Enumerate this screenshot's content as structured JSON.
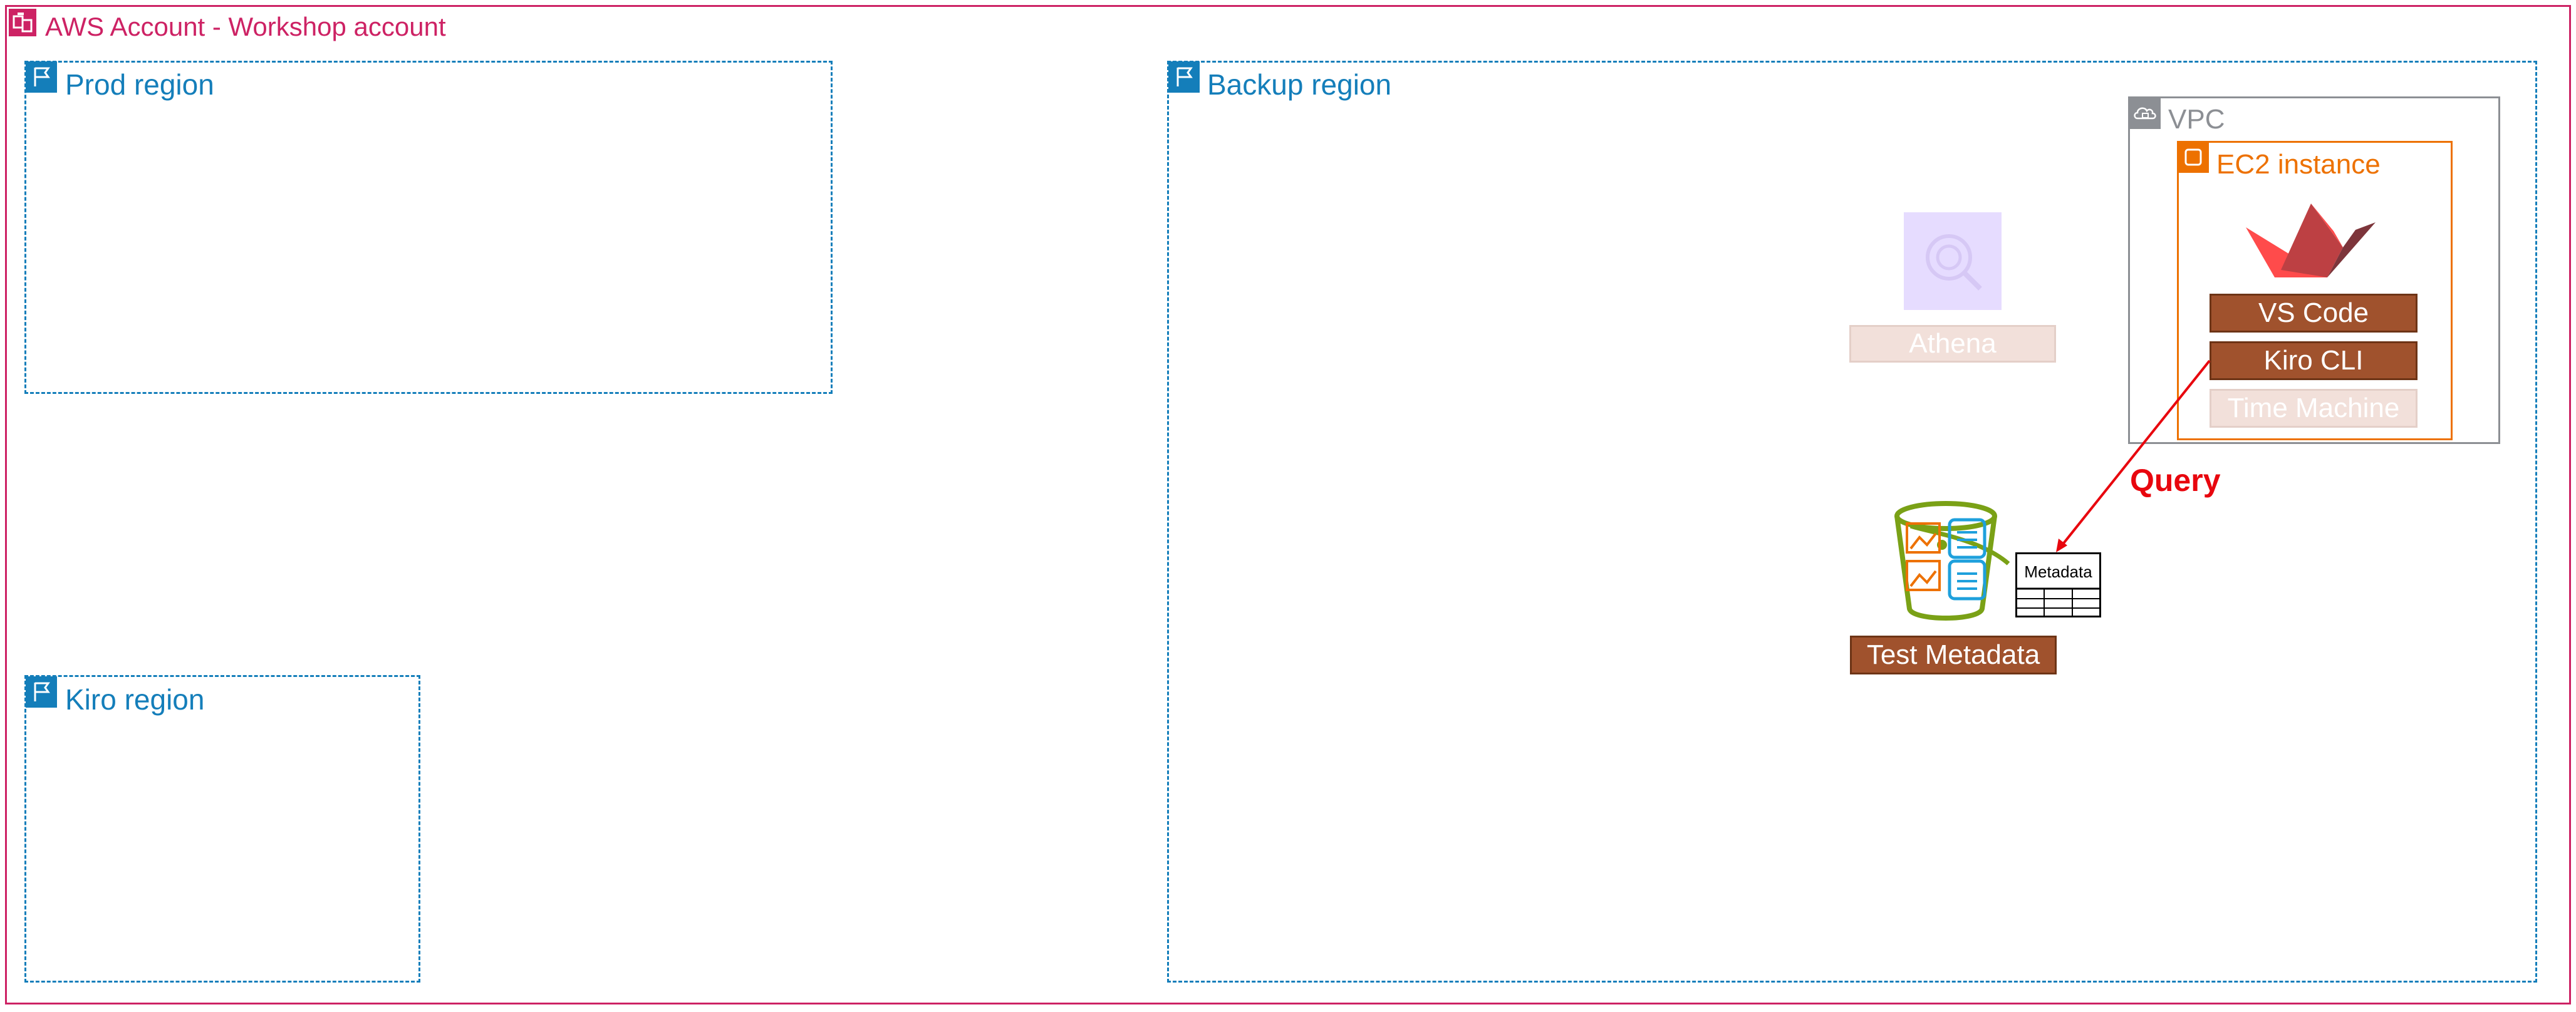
{
  "account": {
    "label": "AWS Account - Workshop account",
    "color": "#CD2264",
    "icon": "aws-account-icon"
  },
  "regions": {
    "prod": {
      "label": "Prod region",
      "icon": "region-flag-icon"
    },
    "kiro": {
      "label": "Kiro region",
      "icon": "region-flag-icon"
    },
    "backup": {
      "label": "Backup region",
      "icon": "region-flag-icon"
    },
    "color": "#147EBA"
  },
  "vpc": {
    "label": "VPC",
    "icon": "vpc-cloud-icon",
    "color": "#8C8F94"
  },
  "ec2": {
    "label": "EC2 instance",
    "icon": "ec2-instance-icon",
    "color": "#ED7100",
    "logo": "streamlit-boat-logo",
    "tools": {
      "vscode": "VS Code",
      "kiro_cli": "Kiro CLI",
      "time_machine": "Time Machine"
    }
  },
  "athena": {
    "label": "Athena",
    "icon": "athena-icon"
  },
  "bucket": {
    "label": "Test Metadata",
    "icon": "s3-bucket-icon"
  },
  "metadata_table": {
    "label": "Metadata",
    "icon": "table-icon"
  },
  "edge": {
    "label": "Query",
    "color": "#E8060E"
  }
}
